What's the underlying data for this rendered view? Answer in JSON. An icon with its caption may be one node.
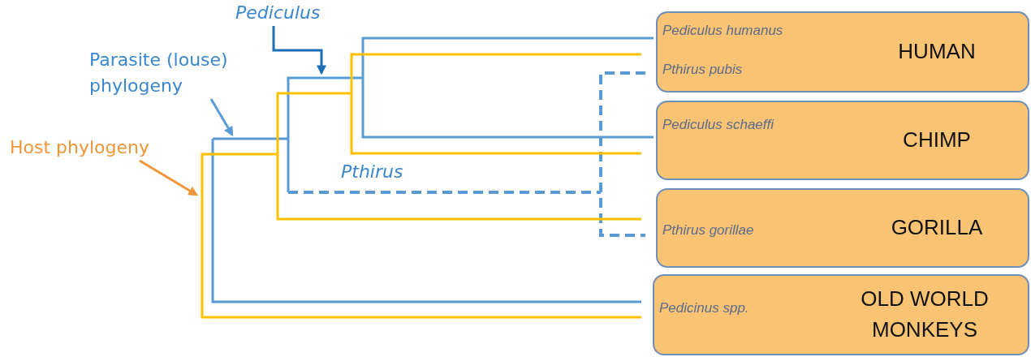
{
  "diagram": {
    "nodes": [
      {
        "text": [
          "Pediculus"
        ]
      },
      {
        "text": [
          "Parasite (louse) phylogeny"
        ]
      },
      {
        "text": [
          "Host phylogeny"
        ]
      },
      {
        "text": [
          "Pediculus humanus",
          "Pthirus pubis",
          "HUMAN"
        ]
      },
      {
        "text": [
          "Pediculus schaeffi",
          "CHIMP"
        ]
      },
      {
        "text": [
          "Pthirus gorillae",
          "GORILLA"
        ]
      },
      {
        "text": [
          "Pedicinus spp.",
          "OLD WORLD MONKEYS"
        ]
      }
    ],
    "edges": [
      {
        "from": 0,
        "to": null,
        "arrow": "to",
        "color": "#1f6fb8"
      },
      {
        "from": 1,
        "to": null,
        "arrow": "to",
        "color": "#5b9bd5"
      },
      {
        "from": 2,
        "to": null,
        "arrow": "to",
        "color": "#f0963a"
      }
    ],
    "labels": [
      "Pthirus"
    ]
  }
}
